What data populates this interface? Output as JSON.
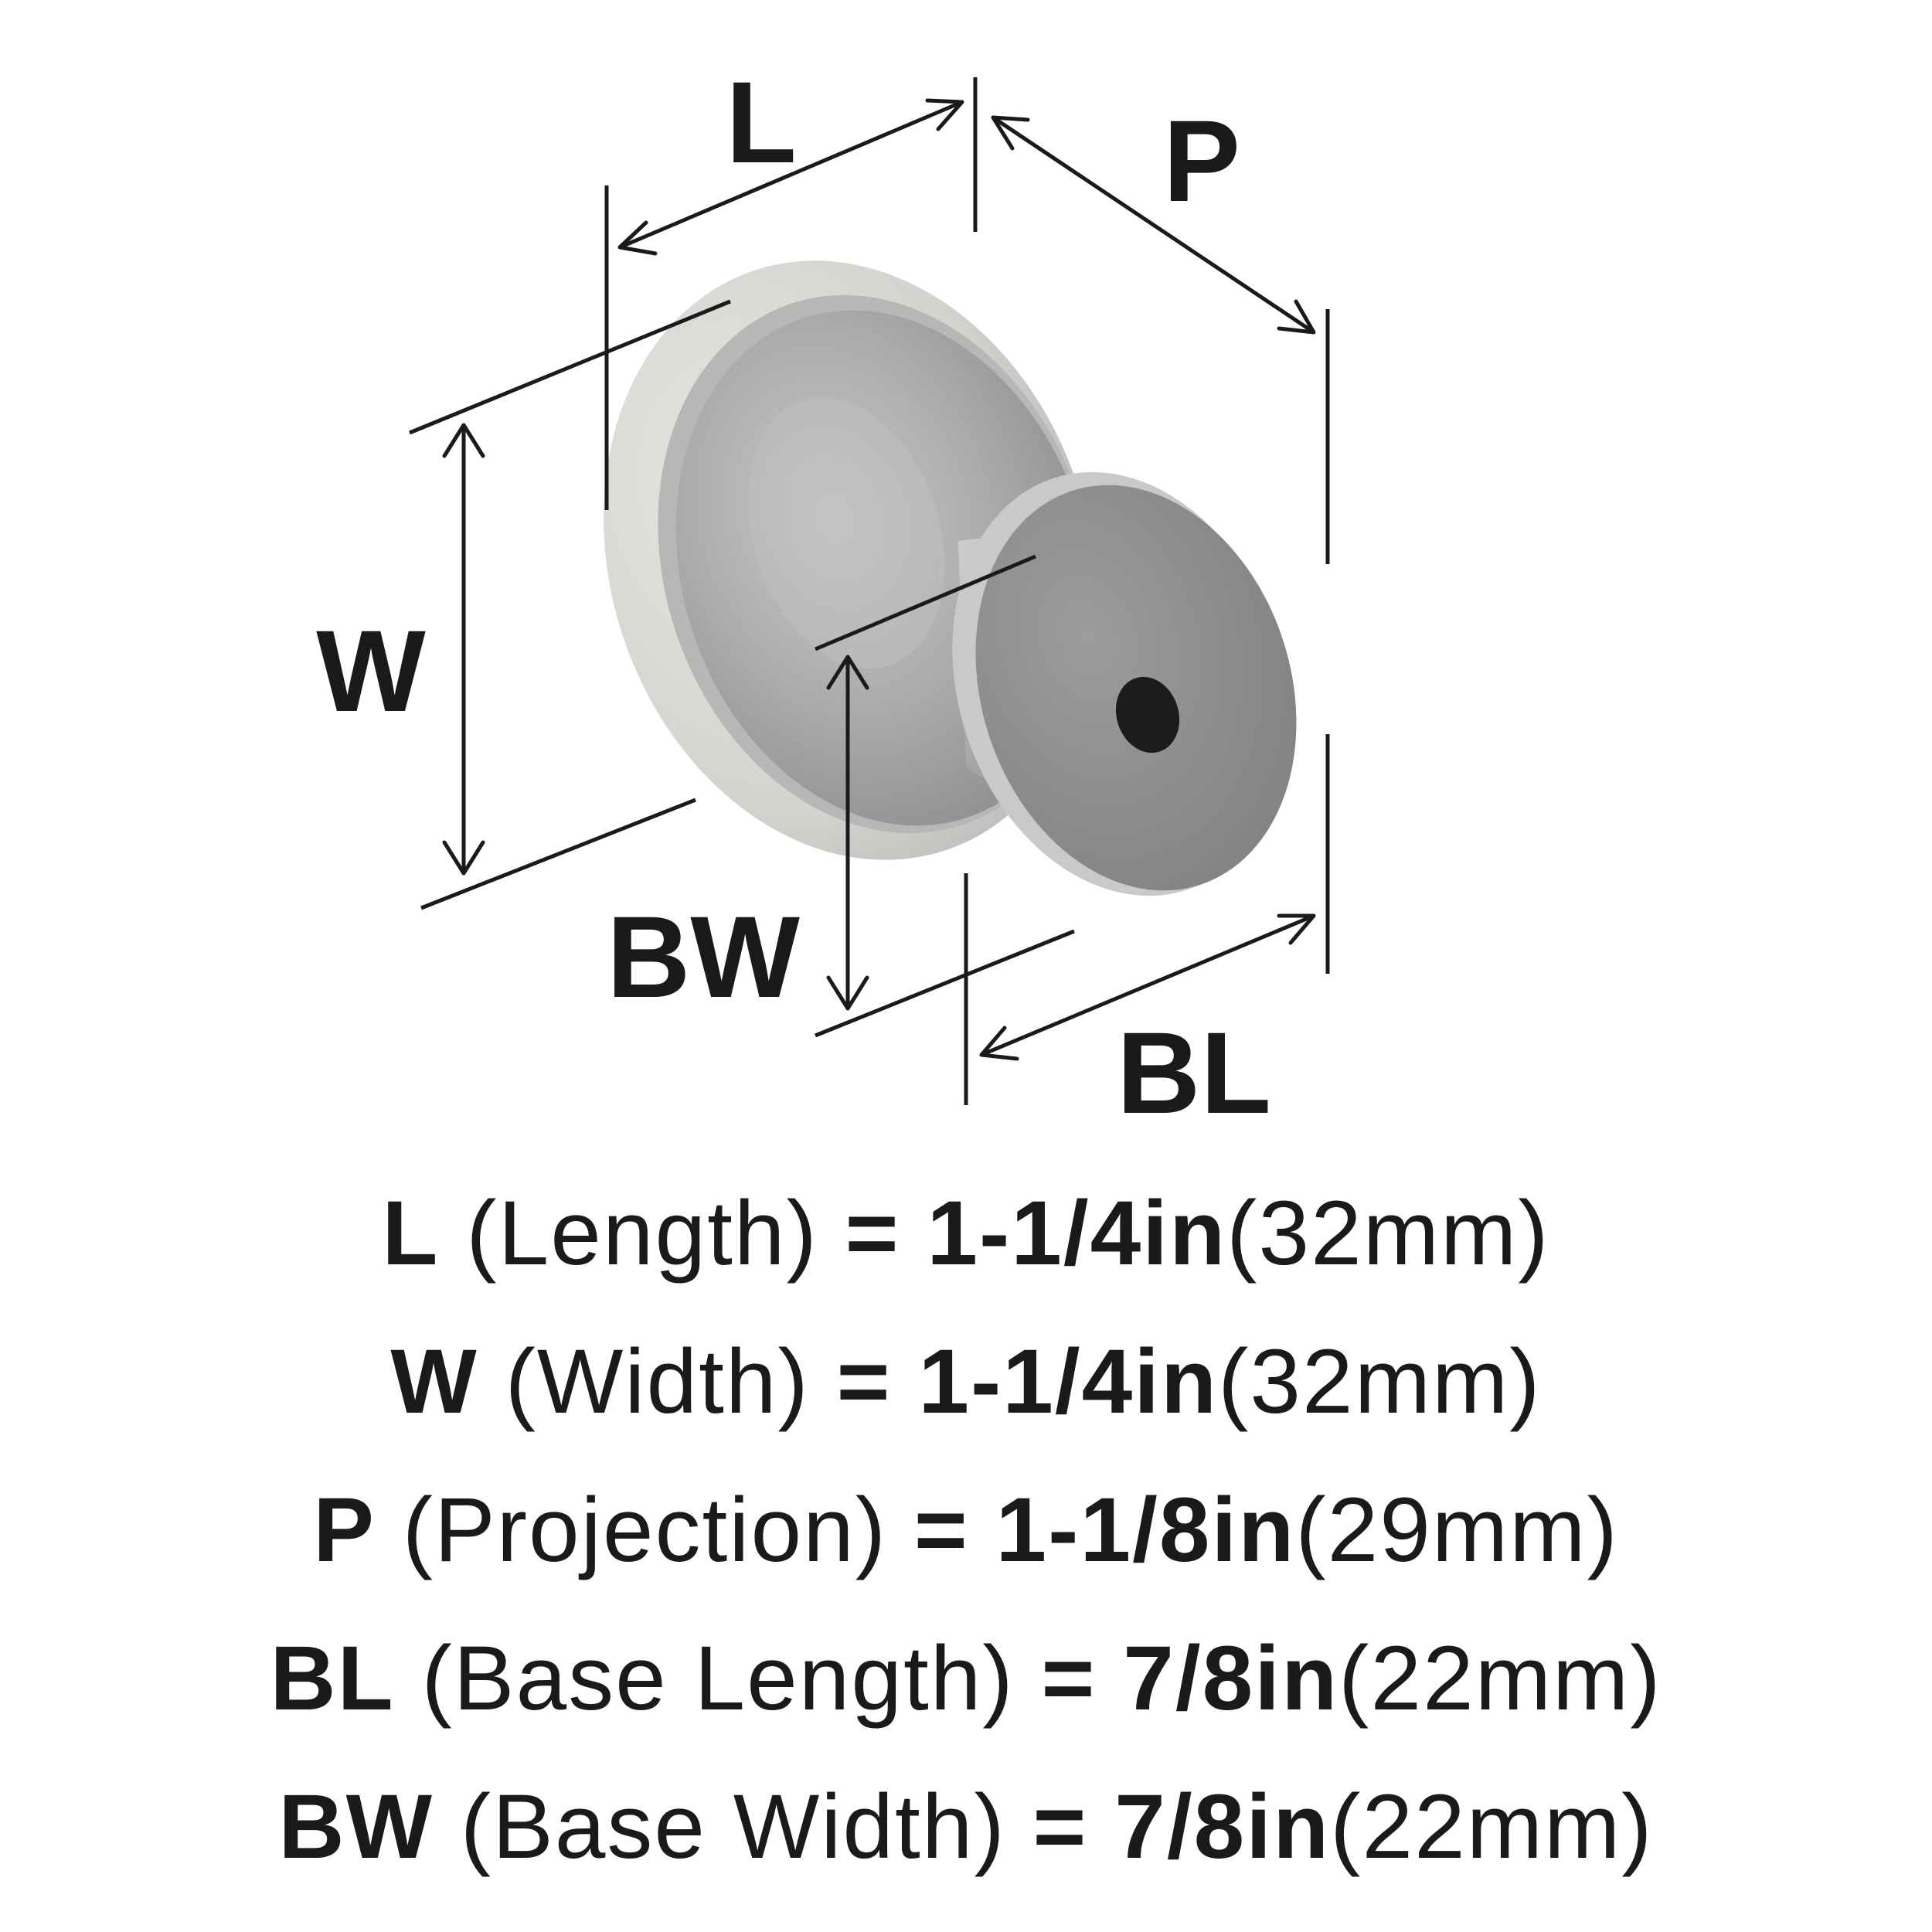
{
  "diagram": {
    "labels": {
      "L": "L",
      "P": "P",
      "W": "W",
      "BW": "BW",
      "BL": "BL"
    }
  },
  "specs": [
    {
      "code": "L",
      "name": "(Length)",
      "eq": "=",
      "inch": "1-1/4in",
      "mm": "(32mm)"
    },
    {
      "code": "W",
      "name": "(Width)",
      "eq": "=",
      "inch": "1-1/4in",
      "mm": "(32mm)"
    },
    {
      "code": "P",
      "name": "(Projection)",
      "eq": "=",
      "inch": "1-1/8in",
      "mm": "(29mm)"
    },
    {
      "code": "BL",
      "name": "(Base Length)",
      "eq": "=",
      "inch": "7/8in",
      "mm": "(22mm)"
    },
    {
      "code": "BW",
      "name": "(Base Width)",
      "eq": "=",
      "inch": "7/8in",
      "mm": "(22mm)"
    }
  ],
  "colors": {
    "ink": "#1a1a1a",
    "metal_light": "#d9d9d6",
    "metal_mid": "#a8a9a8",
    "metal_dark": "#7a7b7a",
    "hole": "#1c1c1c"
  }
}
